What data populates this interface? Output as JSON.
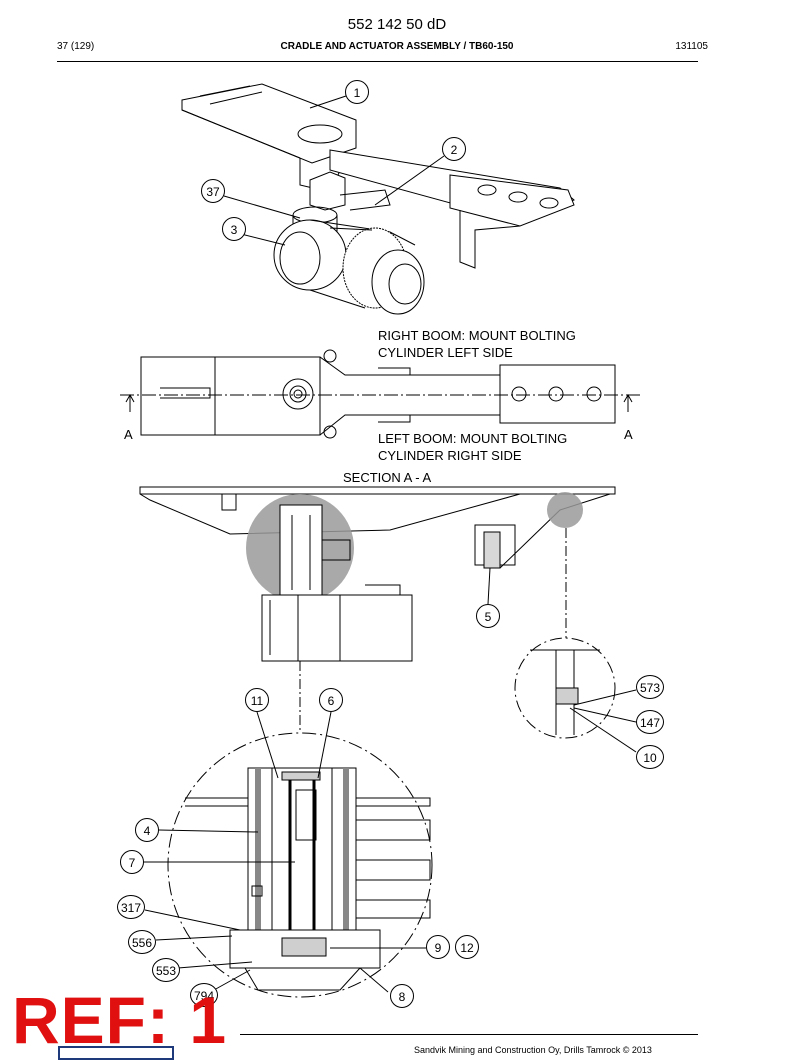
{
  "header": {
    "doc_number": "552 142 50 dD",
    "page": "37 (129)",
    "title": "CRADLE AND ACTUATOR ASSEMBLY / TB60-150",
    "date_code": "131105"
  },
  "labels": {
    "right_boom_line1": "RIGHT BOOM: MOUNT BOLTING",
    "right_boom_line2": "CYLINDER LEFT SIDE",
    "left_boom_line1": "LEFT BOOM: MOUNT BOLTING",
    "left_boom_line2": "CYLINDER RIGHT SIDE",
    "section": "SECTION A - A",
    "section_mark_left": "A",
    "section_mark_right": "A"
  },
  "callouts": [
    "1",
    "2",
    "37",
    "3",
    "5",
    "573",
    "147",
    "10",
    "11",
    "6",
    "4",
    "7",
    "317",
    "556",
    "9",
    "12",
    "553",
    "794",
    "8"
  ],
  "stamp": "REF: 1",
  "footer": "Sandvik Mining and Construction Oy, Drills Tamrock © 2013"
}
